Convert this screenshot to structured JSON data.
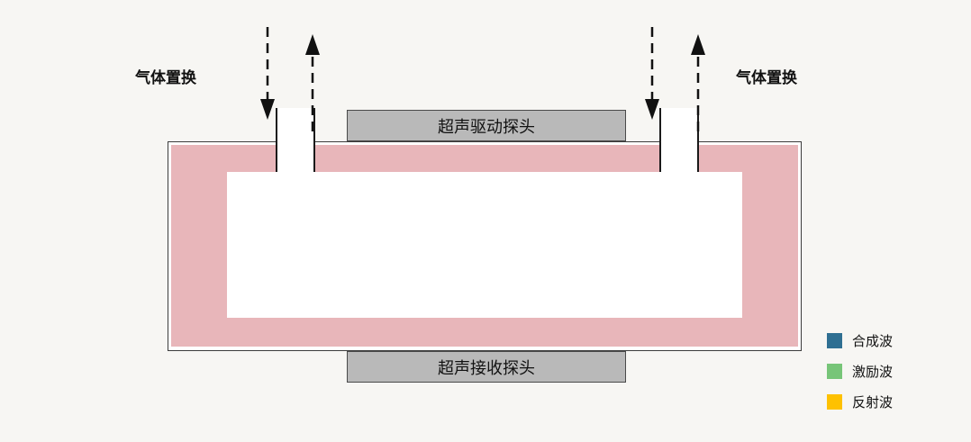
{
  "diagram": {
    "labels": {
      "gas_exchange_left": "气体置换",
      "gas_exchange_right": "气体置换",
      "driver_probe": "超声驱动探头",
      "receiver_probe": "超声接收探头"
    },
    "colors": {
      "wall": "#e8b6ba",
      "probe": "#b9b9b9",
      "arrow": "#111111",
      "chamber_fill": "#ffffff",
      "background": "#f7f6f3"
    }
  },
  "legend": {
    "items": [
      {
        "label": "合成波",
        "color": "#2f6f92"
      },
      {
        "label": "激励波",
        "color": "#77c578"
      },
      {
        "label": "反射波",
        "color": "#fec100"
      }
    ]
  }
}
